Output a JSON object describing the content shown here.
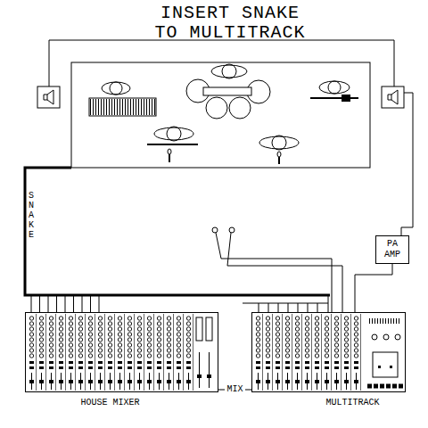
{
  "diagram": {
    "title": "INSERT SNAKE TO MULTITRACK",
    "nodes": [
      {
        "text": [
          "PA AMP"
        ]
      },
      {
        "text": [
          "HOUSE MIXER"
        ]
      },
      {
        "text": [
          "MULTITRACK"
        ]
      }
    ],
    "edges": [
      {
        "from": 1,
        "to": 2,
        "label": "MIX",
        "arrow": "none"
      },
      {
        "from": 2,
        "to": 0,
        "arrow": "none"
      }
    ],
    "labels": [
      "SNAKE"
    ]
  }
}
